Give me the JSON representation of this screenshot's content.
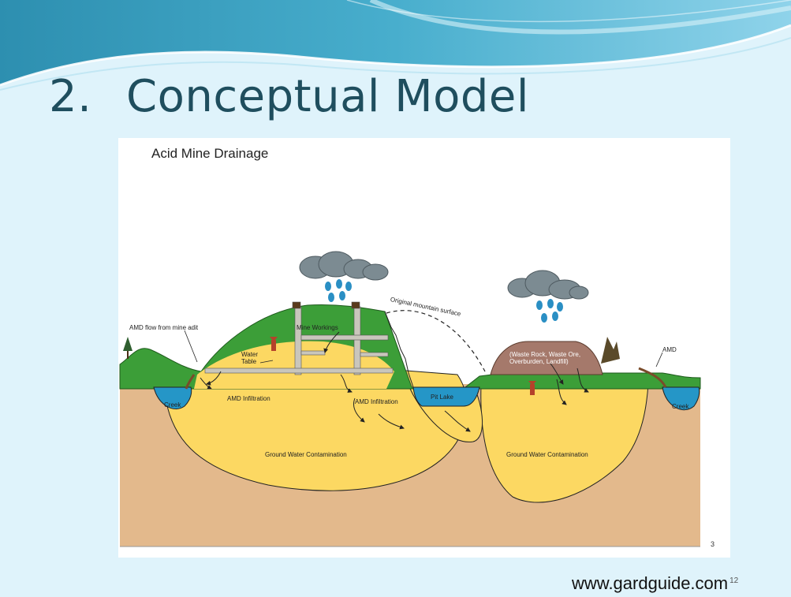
{
  "slide": {
    "title_number": "2.",
    "title_text": "Conceptual Model",
    "footer_url": "www.gardguide.com",
    "slide_number": "12"
  },
  "figure": {
    "title": "Acid Mine Drainage",
    "page_number": "3",
    "labels": {
      "amd_flow": "AMD flow from mine adit",
      "mine_workings": "Mine Workings",
      "water_table": "Water Table",
      "original_surface": "Original mountain surface",
      "amd_infiltration_1": "AMD Infiltration",
      "amd_infiltration_2": "AMD Infiltration",
      "pit_lake": "Pit Lake",
      "creek_left": "Creek",
      "creek_right": "Creek",
      "gw_contamination_1": "Ground Water Contamination",
      "gw_contamination_2": "Ground Water Contamination",
      "waste_rock": "(Waste Rock, Waste Ore, Overburden, Landfill)",
      "amd": "AMD"
    },
    "colors": {
      "soil": "#e3b98c",
      "grass": "#3c9e38",
      "contamination": "#fcd862",
      "water": "#2596c7",
      "waste": "#a5796b",
      "cloud": "#7c8b92",
      "rain": "#2a8fc4"
    }
  }
}
